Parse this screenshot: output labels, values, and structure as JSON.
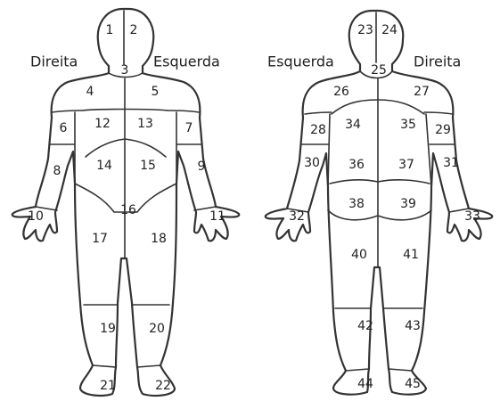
{
  "front": {
    "label_left": "Direita",
    "label_right": "Esquerda",
    "regions": [
      "1",
      "2",
      "3",
      "4",
      "5",
      "6",
      "7",
      "8",
      "9",
      "10",
      "11",
      "12",
      "13",
      "14",
      "15",
      "16",
      "17",
      "18",
      "19",
      "20",
      "21",
      "22"
    ]
  },
  "back": {
    "label_left": "Esquerda",
    "label_right": "Direita",
    "regions": [
      "23",
      "24",
      "25",
      "26",
      "27",
      "28",
      "29",
      "30",
      "31",
      "32",
      "33",
      "34",
      "35",
      "36",
      "37",
      "38",
      "39",
      "40",
      "41",
      "42",
      "43",
      "44",
      "45"
    ]
  }
}
